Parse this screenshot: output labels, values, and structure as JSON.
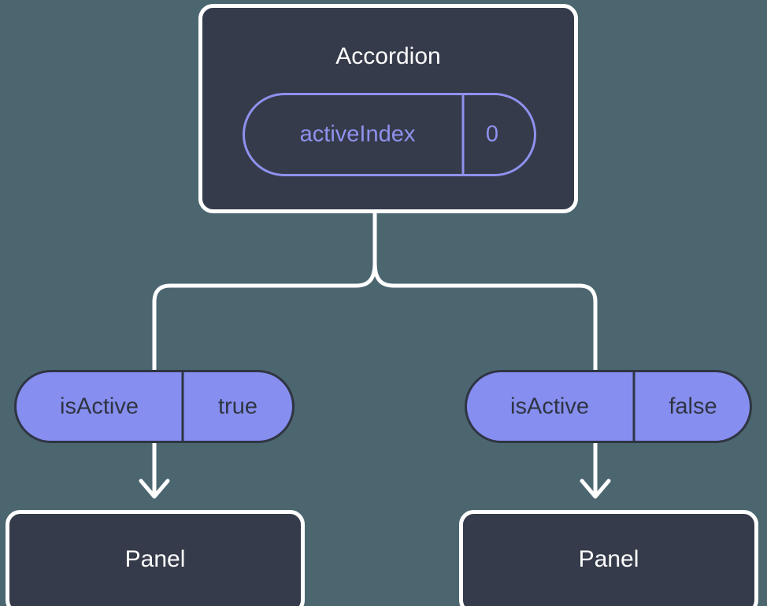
{
  "diagram": {
    "type": "component-state-tree",
    "background_color": "#4c6670",
    "node_fill": "#353b4a",
    "node_stroke": "#ffffff",
    "accent_color": "#8f91ee",
    "pill_fill": "#868ef0",
    "pill_stroke": "#2f3542",
    "connector_color": "#ffffff",
    "root": {
      "title": "Accordion",
      "prop": {
        "name": "activeIndex",
        "value": "0"
      }
    },
    "branches": [
      {
        "prop": {
          "name": "isActive",
          "value": "true"
        },
        "child": {
          "title": "Panel"
        }
      },
      {
        "prop": {
          "name": "isActive",
          "value": "false"
        },
        "child": {
          "title": "Panel"
        }
      }
    ]
  }
}
